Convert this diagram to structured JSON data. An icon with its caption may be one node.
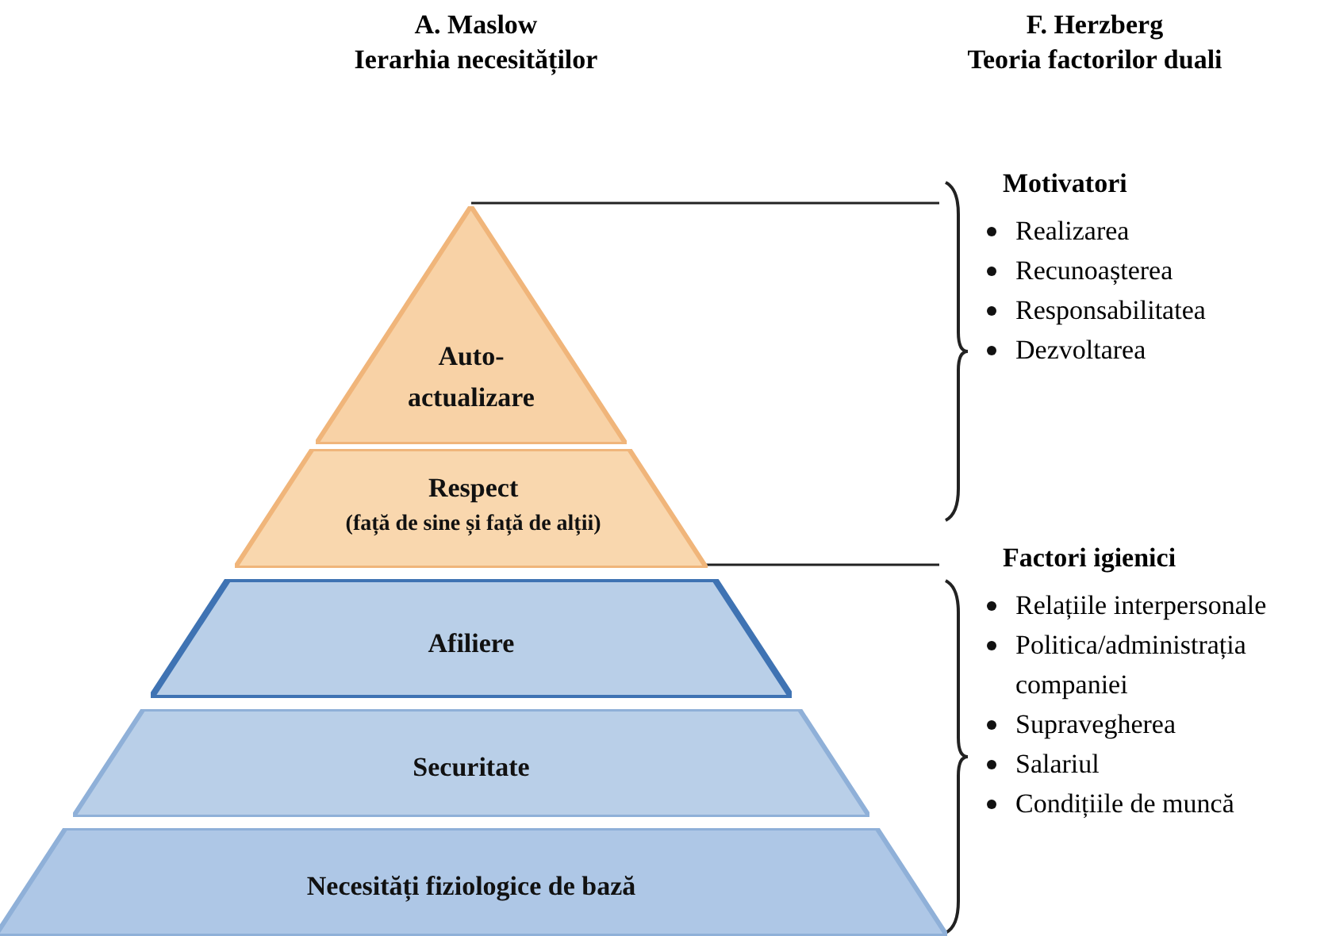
{
  "diagram": {
    "nodes": [
      {
        "text": [
          "Auto- actualizare"
        ]
      },
      {
        "text": [
          "Respect",
          "(față de sine și față de alții)"
        ]
      },
      {
        "text": [
          "Afiliere"
        ]
      },
      {
        "text": [
          "Securitate"
        ]
      },
      {
        "text": [
          "Necesități fiziologice de bază"
        ]
      },
      {
        "text": [
          "Motivatori",
          "Realizarea",
          "Recunoașterea",
          "Responsabilitatea",
          "Dezvoltarea"
        ]
      },
      {
        "text": [
          "Factori igienici",
          "Relațiile interpersonale",
          "Politica/administrația companiei",
          "Supravegherea",
          "Salariul",
          "Condițiile de muncă"
        ]
      }
    ],
    "labels": [
      "A. Maslow",
      "Ierarhia necesităților",
      "F. Herzberg",
      "Teoria factorilor duali"
    ]
  }
}
